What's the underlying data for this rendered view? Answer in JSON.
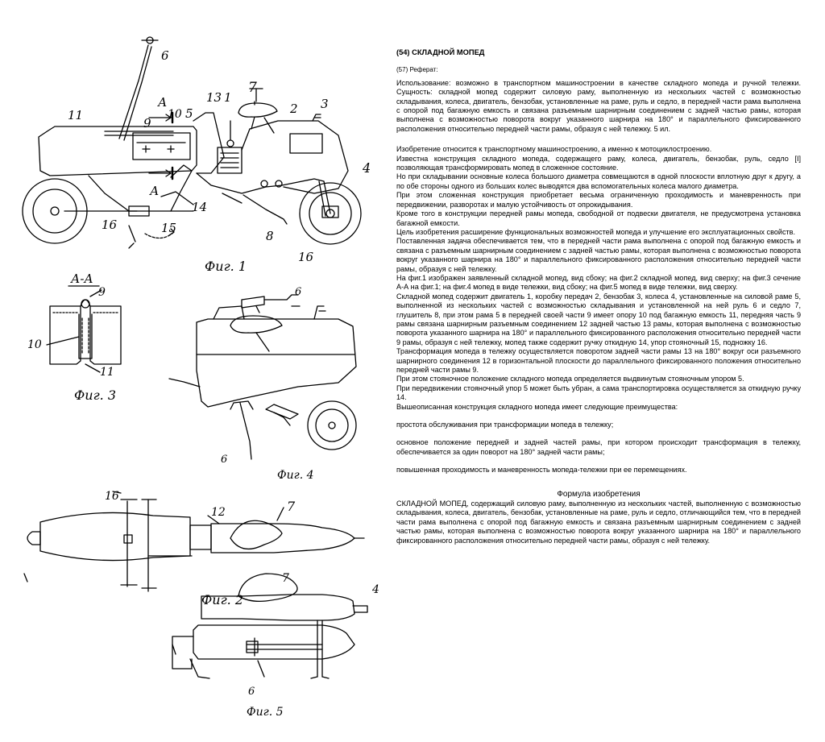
{
  "labels": {
    "fig1": "Фиг. 1",
    "fig2": "Фиг. 2",
    "fig3": "Фиг. 3",
    "fig4": "Фиг. 4",
    "fig5": "Фиг. 5",
    "section": "А-А",
    "a_mark": "А",
    "n1": "1",
    "n2": "2",
    "n3": "3",
    "n4": "4",
    "n5": "5",
    "n6": "6",
    "n7": "7",
    "n8": "8",
    "n9": "9",
    "n10": "10",
    "n11": "11",
    "n12": "12",
    "n13": "13",
    "n14": "14",
    "n15": "15",
    "n16": "16"
  },
  "doc": {
    "title": "(54) СКЛАДНОЙ МОПЕД",
    "ref_label": "(57) Реферат:",
    "abstract": "Использование: возможно в транспортном машиностроении в качестве складного мопеда и ручной тележки. Сущность: складной мопед содержит силовую раму, выполненную из нескольких частей с возможностью складывания, колеса, двигатель, бензобак, установленные на раме, руль и седло, в передней части рама выполнена с опорой под багажную емкость и связана разъемным шарнирным соединением с задней частью рамы, которая выполнена с возможностью поворота вокруг указанного шарнира на 180° и параллельного фиксированного расположения относительно передней части рамы, образуя с ней тележку. 5 ил.",
    "p1": "Изобретение относится к транспортному машиностроению, а именно к мотоциклостроению.",
    "p2": "Известна конструкция складного мопеда, содержащего раму, колеса, двигатель, бензобак, руль, седло [I] позволяющая трансформировать мопед в сложенное состояние.",
    "p3": "Но при складывании основные колеса большого диаметра совмещаются в одной плоскости вплотную друг к другу, а по обе стороны одного из больших колес выводятся два вспомогательных колеса малого диаметра.",
    "p4": "При этом сложенная конструкция приобретает весьма ограниченную проходимость и маневренность при передвижении, разворотах и малую устойчивость от опрокидывания.",
    "p5": "Кроме того в конструкции передней рамы мопеда, свободной от подвески двигателя, не предусмотрена установка багажной емкости.",
    "p6": "Цель изобретения расширение функциональных возможностей мопеда и улучшение его эксплуатационных свойств.",
    "p7": "Поставленная задача обеспечивается тем, что в передней части рама выполнена с опорой под багажную емкость и связана с разъемным шарнирным соединением с задней частью рамы, которая выполнена с возможностью поворота вокруг указанного шарнира на 180° и параллельного фиксированного расположения относительно передней части рамы, образуя с ней тележку.",
    "p8": "На фиг.1 изображен заявленный складной мопед, вид сбоку; на фиг.2 складной мопед, вид сверху; на фиг.3 сечение А-А на фиг.1; на фиг.4 мопед в виде тележки, вид сбоку; на фиг.5 мопед в виде тележки, вид сверху.",
    "p9": "Складной мопед содержит двигатель 1, коробку передач 2, бензобак 3, колеса 4, установленные на силовой раме 5, выполненной из нескольких частей с возможностью складывания и установленной на ней руль 6 и седло 7, глушитель 8, при этом рама 5 в передней своей части 9 имеет опору 10 под багажную емкость 11, передняя часть 9 рамы связана шарнирным разъемным соединением 12 задней частью 13 рамы, которая выполнена с возможностью поворота указанного шарнира на 180° и параллельного фиксированного расположения относительно передней части 9 рамы, образуя с ней тележку, мопед также содержит ручку откидную 14, упор стояночный 15, подножку 16.",
    "p10": "Трансформация мопеда в тележку осуществляется поворотом задней части рамы 13 на 180° вокруг оси разъемного шарнирного соединения 12 в горизонтальной плоскости до параллельного фиксированного положения относительно передней части рамы 9.",
    "p11": "При этом стояночное положение складного мопеда определяется выдвинутым стояночным упором 5.",
    "p12": "При передвижении стояночный упор 5 может быть убран, а сама транспортировка осуществляется за откидную ручку 14.",
    "p13": "Вышеописанная конструкция складного мопеда имеет следующие преимущества:",
    "adv1": "простота обслуживания при трансформации мопеда в тележку;",
    "adv2": "основное положение передней и задней частей рамы, при котором происходит трансформация в тележку, обеспечивается за один поворот на 180° задней части рамы;",
    "adv3": "повышенная проходимость и маневренность мопеда-тележки при ее перемещениях.",
    "formula_title": "Формула изобретения",
    "claim": "СКЛАДНОЙ МОПЕД, содержащий силовую раму, выполненную из нескольких частей, выполненную с возможностью складывания, колеса, двигатель, бензобак, установленные на раме, руль и седло, отличающийся тем, что в передней части рама выполнена с опорой под багажную емкость и связана разъемным шарнирным соединением с задней частью рамы, которая выполнена с возможностью поворота вокруг указанного шарнира на 180° и параллельного фиксированного расположения относительно передней части рамы, образуя с ней тележку."
  }
}
